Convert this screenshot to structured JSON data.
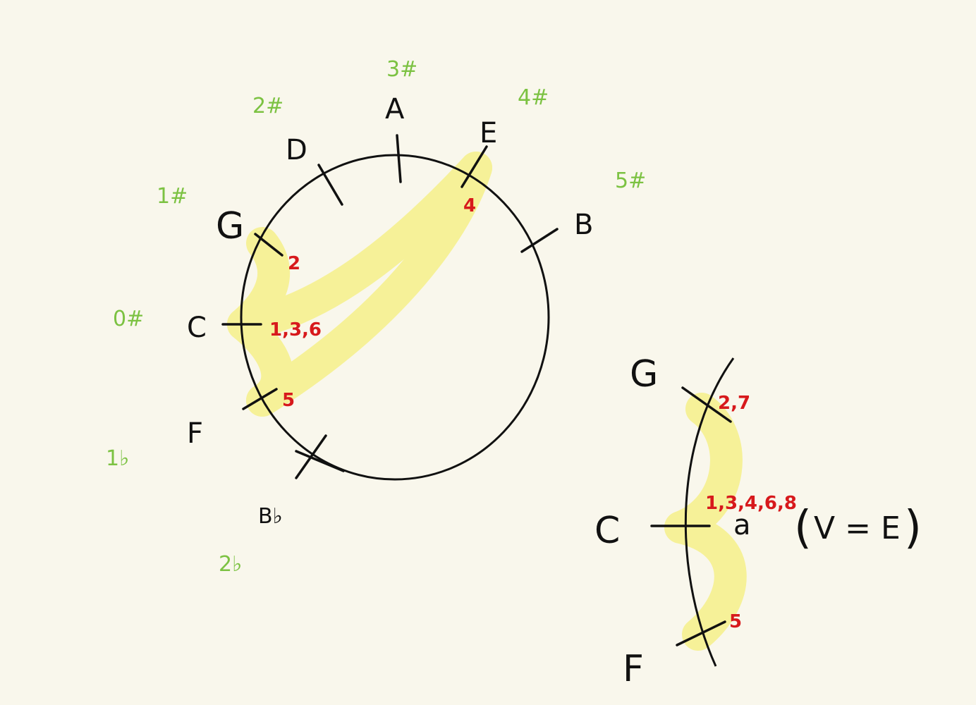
{
  "colors": {
    "background": "#f9f7ec",
    "ink": "#111111",
    "accidentals": "#7cc242",
    "positions": "#d7191c",
    "highlight": "#f6f08a"
  },
  "circle": {
    "notes": {
      "A": "A",
      "E": "E",
      "B": "B",
      "D": "D",
      "G": "G",
      "C": "C",
      "F": "F",
      "Bb": "B♭"
    },
    "accidentals": {
      "three_sharps": "3#",
      "four_sharps": "4#",
      "five_sharps": "5#",
      "two_sharps": "2#",
      "one_sharp": "1#",
      "zero_sharps": "0#",
      "one_flat": "1♭",
      "two_flats": "2♭"
    },
    "positions": {
      "E": "4",
      "G": "2",
      "C": "1,3,6",
      "F": "5"
    }
  },
  "arc": {
    "notes": {
      "G": "G",
      "C": "C",
      "F": "F",
      "a": "a"
    },
    "positions": {
      "G": "2,7",
      "C": "1,3,4,6,8",
      "F": "5"
    },
    "annotation": {
      "open": "(",
      "text": "V = E",
      "close": ")"
    }
  }
}
